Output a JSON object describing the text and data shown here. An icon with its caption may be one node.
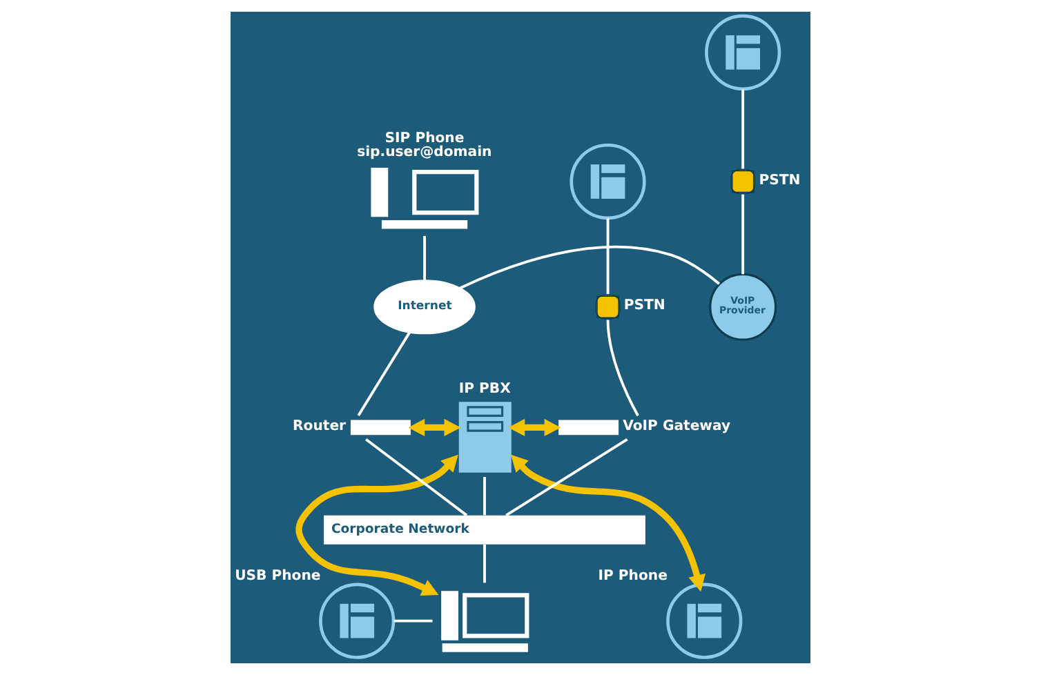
{
  "diagram": {
    "nodes": [
      {
        "text": [
          "SIP Phone",
          "sip.user@domain"
        ]
      },
      {
        "text": [],
        "shape": "circle"
      },
      {
        "text": [
          "PSTN"
        ]
      },
      {
        "text": [],
        "shape": "circle"
      },
      {
        "text": [
          "PSTN"
        ]
      },
      {
        "text": [
          "Internet"
        ]
      },
      {
        "text": [
          "VoIP Provider"
        ]
      },
      {
        "text": [
          "IP PBX"
        ]
      },
      {
        "text": [
          "VoIP Gateway"
        ]
      },
      {
        "text": [
          "Router"
        ]
      },
      {
        "text": [
          "Corporate Network"
        ]
      },
      {
        "text": [
          "USB Phone"
        ]
      },
      {
        "text": [],
        "shape": "picture"
      },
      {
        "text": [
          "IP Phone"
        ]
      }
    ],
    "edges": [
      {
        "from": 0,
        "to": 5,
        "arrow": "none"
      },
      {
        "from": 5,
        "to": 6,
        "arrow": "none"
      },
      {
        "from": 1,
        "to": 2,
        "arrow": "none"
      },
      {
        "from": 2,
        "to": 6,
        "arrow": "none"
      },
      {
        "from": 5,
        "to": 9,
        "arrow": "none"
      },
      {
        "from": 9,
        "to": 10,
        "arrow": "none"
      },
      {
        "from": 7,
        "to": 10,
        "arrow": "none"
      },
      {
        "from": 3,
        "to": 4,
        "arrow": "none"
      },
      {
        "from": 4,
        "to": 8,
        "arrow": "none"
      },
      {
        "from": 8,
        "to": 10,
        "arrow": "none"
      },
      {
        "from": 10,
        "to": 12,
        "arrow": "none"
      },
      {
        "from": 11,
        "to": 12,
        "arrow": "none"
      },
      {
        "from": 9,
        "to": 7,
        "arrow": "both",
        "style": "thick",
        "color": "#f5c200"
      },
      {
        "from": 7,
        "to": 8,
        "arrow": "both",
        "style": "thick",
        "color": "#f5c200"
      },
      {
        "from": 7,
        "to": 12,
        "arrow": "both",
        "style": "thick",
        "color": "#f5c200"
      },
      {
        "from": 7,
        "to": 13,
        "arrow": "both",
        "style": "thick",
        "color": "#f5c200"
      }
    ]
  }
}
